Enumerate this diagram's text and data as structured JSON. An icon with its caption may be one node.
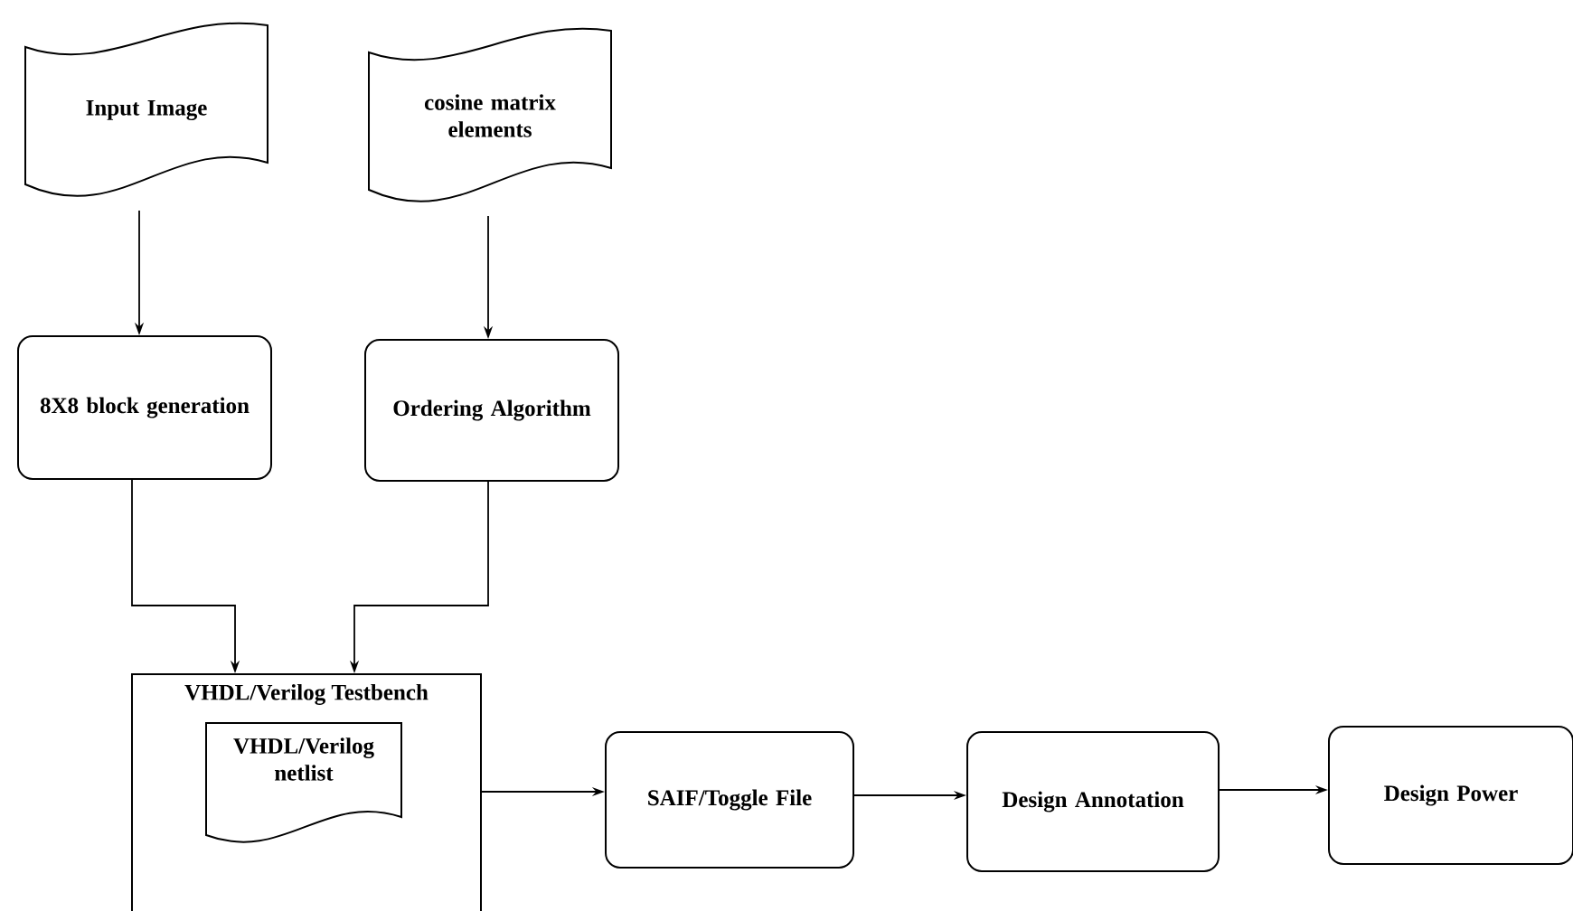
{
  "diagram": {
    "nodes": [
      {
        "text": [
          "Input Image"
        ]
      },
      {
        "text": [
          "cosine matrix elements"
        ]
      },
      {
        "text": [
          "8X8 block generation"
        ]
      },
      {
        "text": [
          "Ordering Algorithm"
        ]
      },
      {
        "text": [
          "VHDL/Verilog Testbench"
        ]
      },
      {
        "text": [
          "VHDL/Verilog netlist"
        ],
        "in": 4
      },
      {
        "text": [
          "SAIF/Toggle File"
        ]
      },
      {
        "text": [
          "Design Annotation"
        ]
      },
      {
        "text": [
          "Design Power"
        ]
      }
    ],
    "edges": [
      {
        "from": 0,
        "to": 2,
        "arrow": "to"
      },
      {
        "from": 1,
        "to": 3,
        "arrow": "to"
      },
      {
        "from": 2,
        "to": 4,
        "arrow": "to"
      },
      {
        "from": 3,
        "to": 4,
        "arrow": "to"
      },
      {
        "from": 4,
        "to": 6,
        "arrow": "to"
      },
      {
        "from": 6,
        "to": 7,
        "arrow": "to"
      },
      {
        "from": 7,
        "to": 8,
        "arrow": "to"
      }
    ]
  }
}
